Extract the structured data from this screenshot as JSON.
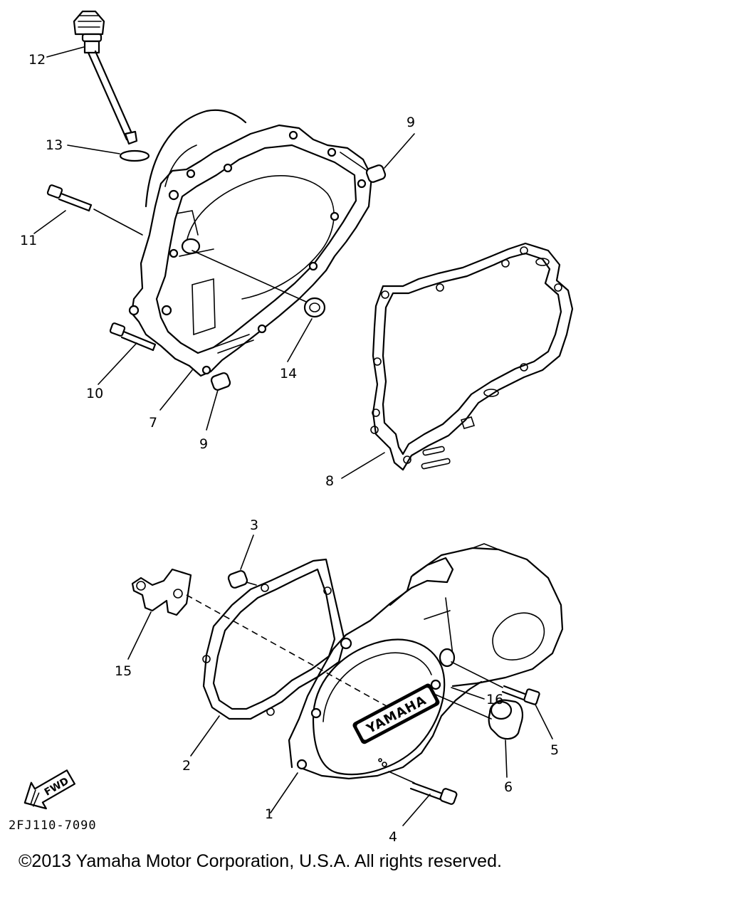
{
  "callouts": {
    "c1": "1",
    "c2": "2",
    "c3": "3",
    "c4": "4",
    "c5": "5",
    "c6": "6",
    "c7": "7",
    "c8": "8",
    "c9a": "9",
    "c9b": "9",
    "c10": "10",
    "c11": "11",
    "c12": "12",
    "c13": "13",
    "c14": "14",
    "c15": "15",
    "c16": "16"
  },
  "cover_logo": "YAMAHA",
  "fwd_arrow_label": "FWD",
  "drawing_code": "2FJ110-7090",
  "copyright": "©2013 Yamaha Motor Corporation, U.S.A. All rights reserved."
}
